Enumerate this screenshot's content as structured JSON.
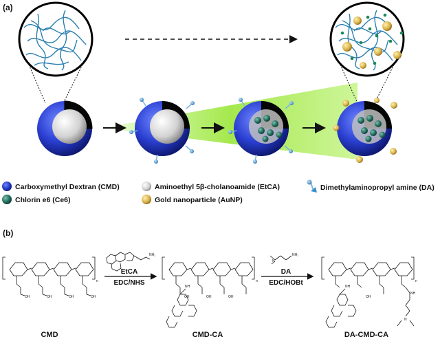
{
  "panel_a": {
    "label": "(a)",
    "legend": [
      {
        "text": "Carboxymethyl Dextran (CMD)",
        "icon": "blue-sphere-icon"
      },
      {
        "text": "Aminoethyl 5β-cholanoamide (EtCA)",
        "icon": "white-sphere-icon"
      },
      {
        "text": "Dimethylaminopropyl amine (DA)",
        "icon": "pin-icon"
      },
      {
        "text": "Chlorin e6 (Ce6)",
        "icon": "green-sphere-icon"
      },
      {
        "text": "Gold nanoparticle (AuNP)",
        "icon": "gold-sphere-icon"
      }
    ]
  },
  "panel_b": {
    "label": "(b)",
    "reagent1": {
      "name": "EtCA",
      "conditions": "EDC/NHS"
    },
    "reagent2": {
      "name": "DA",
      "conditions": "EDC/HOBt"
    },
    "products": [
      "CMD",
      "CMD-CA",
      "DA-CMD-CA"
    ],
    "chem_labels": {
      "oh": "OH",
      "o": "O",
      "nh": "NH",
      "nh2": "NH₂",
      "n": "N",
      "n_sub": "n",
      "h": "H"
    }
  },
  "colors": {
    "cmd_blue": "#2a3fd1",
    "etca_white": "#dcdcdc",
    "ce6_green": "#1d6a5a",
    "gold": "#d8b24a",
    "da_cyan": "#3a8fcc",
    "beam_green": "#9be63a",
    "fiber_blue": "#2a7fb0"
  }
}
